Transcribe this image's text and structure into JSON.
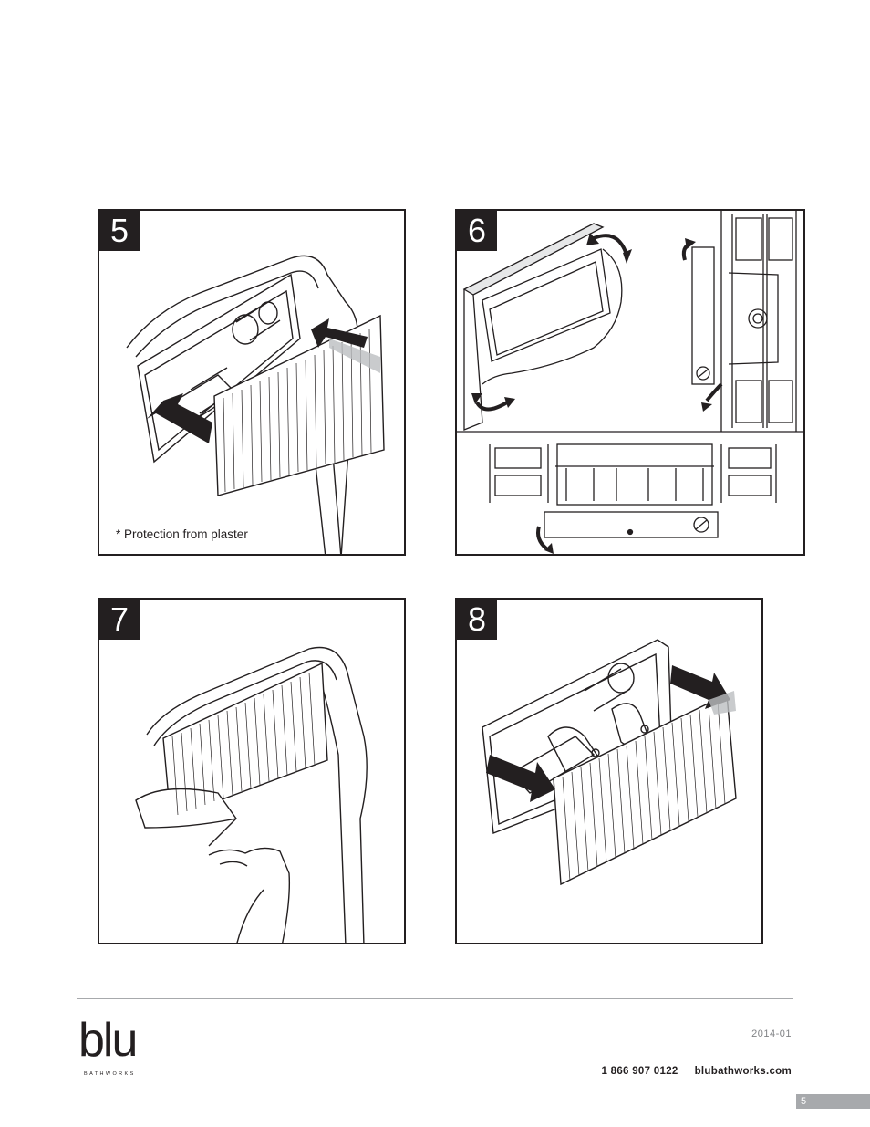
{
  "steps": [
    {
      "number": "5",
      "note": "* Protection from plaster"
    },
    {
      "number": "6"
    },
    {
      "number": "7"
    },
    {
      "number": "8"
    }
  ],
  "footer": {
    "brand": "blu",
    "brand_sub": "BATHWORKS",
    "date": "2014-01",
    "phone": "1 866 907 0122",
    "website": "blubathworks.com",
    "page_number": "5"
  }
}
